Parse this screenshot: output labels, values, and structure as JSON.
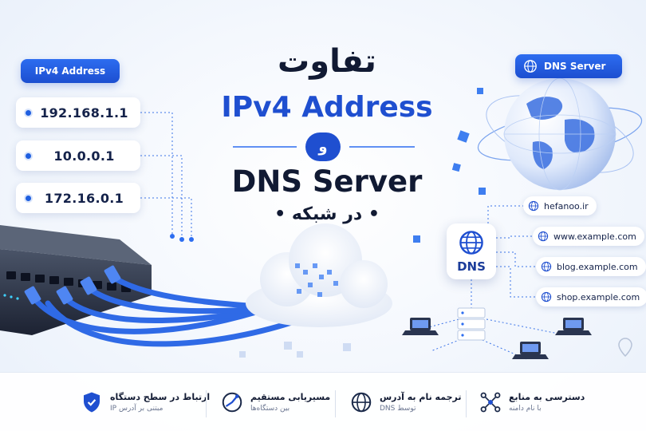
{
  "left": {
    "header": "IPv4 Address",
    "ips": [
      "192.168.1.1",
      "10.0.0.1",
      "172.16.0.1"
    ]
  },
  "title": {
    "line1": "تفاوت",
    "line2": "IPv4 Address",
    "and": "و",
    "line3": "DNS Server",
    "line4": "• در شبکه •"
  },
  "right": {
    "header": "DNS Server",
    "dns_label": "DNS",
    "domains": [
      "hefanoo.ir",
      "www.example.com",
      "blog.example.com",
      "shop.example.com"
    ]
  },
  "features": [
    {
      "title": "ارتباط در سطح دستگاه",
      "sub": "مبتنی بر آدرس IP",
      "icon": "shield-icon"
    },
    {
      "title": "مسیریابی مستقیم",
      "sub": "بین دستگاه‌ها",
      "icon": "route-icon"
    },
    {
      "title": "ترجمه نام به آدرس",
      "sub": "توسط DNS",
      "icon": "globe-icon"
    },
    {
      "title": "دسترسی به منابع",
      "sub": "با نام دامنه",
      "icon": "network-icon"
    }
  ],
  "colors": {
    "accent": "#1f4fd0",
    "cable": "#2f6ae6",
    "text": "#111a33"
  }
}
